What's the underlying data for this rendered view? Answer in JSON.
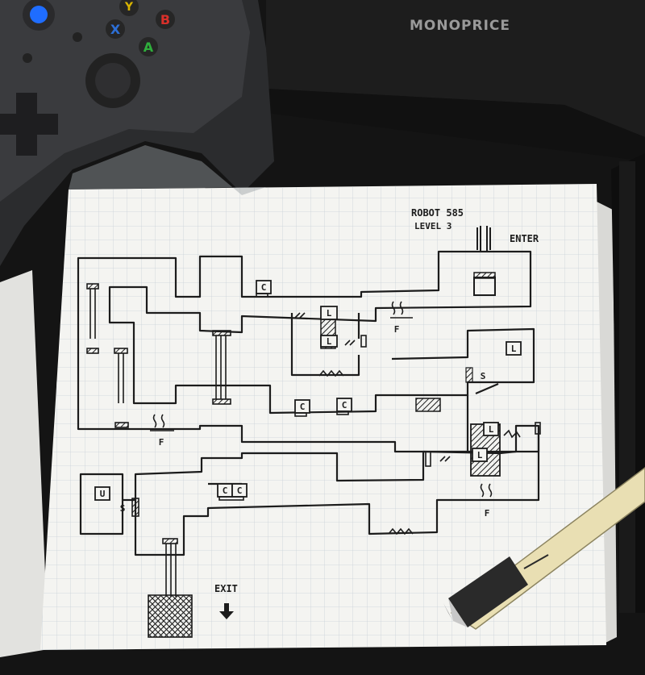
{
  "scene": {
    "brand_text": "MONOPRICE",
    "controller_buttons": {
      "y": "Y",
      "x": "X",
      "b": "B",
      "a": "A"
    },
    "colors": {
      "button_x": "#2d6fd6",
      "button_y": "#d8b400",
      "button_b": "#d8302a",
      "button_a": "#2fae3c",
      "guide_button": "#1f6dff",
      "paper": "#f4f4f1",
      "grid": "#c9d2d8",
      "ink": "#1c1c1c",
      "pen_body": "#e9dfb3"
    }
  },
  "map": {
    "title": "ROBOT 585",
    "subtitle": "LEVEL 3",
    "enter_label": "ENTER",
    "exit_label": "EXIT",
    "room_labels": {
      "L": "L",
      "C": "C",
      "S": "S",
      "U": "U",
      "F": "F"
    }
  }
}
